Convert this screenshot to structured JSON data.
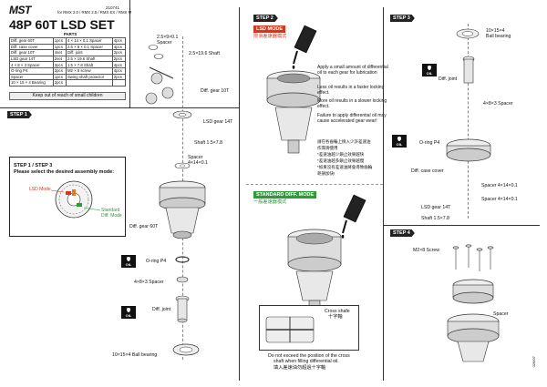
{
  "header": {
    "brand": "MST",
    "part_no": "210741",
    "compat": "for RMX 2.0 / RMX 2.5 / RMX EX / RMX M",
    "title": "48P 60T LSD SET",
    "parts_header": "PARTS",
    "warning": "Keep out of reach of small children"
  },
  "parts_table": [
    [
      "Diff. gear 60T",
      "1pcs",
      "4 × 14 × 0.1 Spacer",
      "4pcs"
    ],
    [
      "Diff. case cover",
      "1pcs",
      "2.5 × 9 × 0.1 Spacer",
      "4pcs"
    ],
    [
      "Diff. gear 10T",
      "4set",
      "Diff. joint",
      "2pcs"
    ],
    [
      "LSD gear 14T",
      "2set",
      "2.5 × 19.6 Shaft",
      "2pcs"
    ],
    [
      "4 × 8 × 3 Spacer",
      "2pcs",
      "1.5 × 7.8 Shaft",
      "4pcs"
    ],
    [
      "O-ring P4",
      "2pcs",
      "M2 × 8 screw",
      "4pcs"
    ],
    [
      "Spacer",
      "1pcs",
      "Swing shaft protector",
      "2pcs"
    ],
    [
      "10 × 15 × 4 Bearing",
      "2pcs",
      "",
      ""
    ]
  ],
  "step1": {
    "tag": "STEP 1",
    "box_title_line1": "STEP 1 / STEP 3",
    "box_title_line2": "Please select the desired assembly mode:",
    "lsd_mode": "LSD Mode",
    "std_mode_line1": "Standard",
    "std_mode_line2": "Diff. Mode",
    "labels": {
      "spacer_top": "2.5×9×0.1",
      "spacer_top2": "Spacer",
      "shaft": "2.5×19.6 Shaft",
      "gear10": "Diff. gear 10T",
      "lsd14": "LSD gear 14T",
      "shaft15": "Shaft 1.5×7.8",
      "spacer4_1": "Spacer",
      "spacer4_2": "4×14×0.1",
      "gear60": "Diff. gear 60T",
      "oring": "O-ring P4",
      "spacer483": "4×8×3 Spacer",
      "joint": "Diff. joint",
      "bearing": "10×15×4 Ball bearing"
    },
    "oil": "OIL"
  },
  "step2": {
    "tag": "STEP 2",
    "lsd_badge": "LSD MODE",
    "lsd_cn": "限滑差速器模式",
    "note1": "Apply a small amount of differential oil to each gear for lubrication",
    "note2": "Less oil results in a faster locking effect.",
    "note3": "More oil results in a slower locking effect.",
    "note4": "Failure to apply differential oil may cause accelerated gear wear!",
    "cn1": "請在各齒輪上擠入少許差速油",
    "cn2": "作潤滑使用",
    "cn3": "*差速油越少鎖止效果越快",
    "cn4": "*差速油越多鎖止效果越慢",
    "cn5": "*如果沒有差速油將會導致齒輪",
    "cn6": "耗損加快!",
    "std_badge": "STANDARD DIFF. MODE",
    "std_cn": "一般差速器模式",
    "cross_shaft": "Cross shafe",
    "cross_shaft_cn": "十字軸",
    "warn1": "Do not exceed the position of the cross",
    "warn2": "shaft when filling differential oil.",
    "warn_cn": "填入差速油勿超過十字軸"
  },
  "step3": {
    "tag": "STEP 3",
    "bearing": "10×15×4",
    "bearing2": "Ball bearing",
    "joint": "Diff. joint",
    "spacer483": "4×8×3 Spacer",
    "oring": "O-ring P4",
    "case_cover": "Diff. case cover",
    "spacer_a": "Spacer 4×14×0.1",
    "spacer_b": "Spacer 4×14×0.1",
    "shaft": "Shaft 1.5×7.8",
    "lsd14": "LSD gear 14T",
    "oil": "OIL"
  },
  "step4": {
    "tag": "STEP 4",
    "screw": "M2×8 Screw",
    "spacer": "Spacer"
  },
  "footer_code": "026/07"
}
